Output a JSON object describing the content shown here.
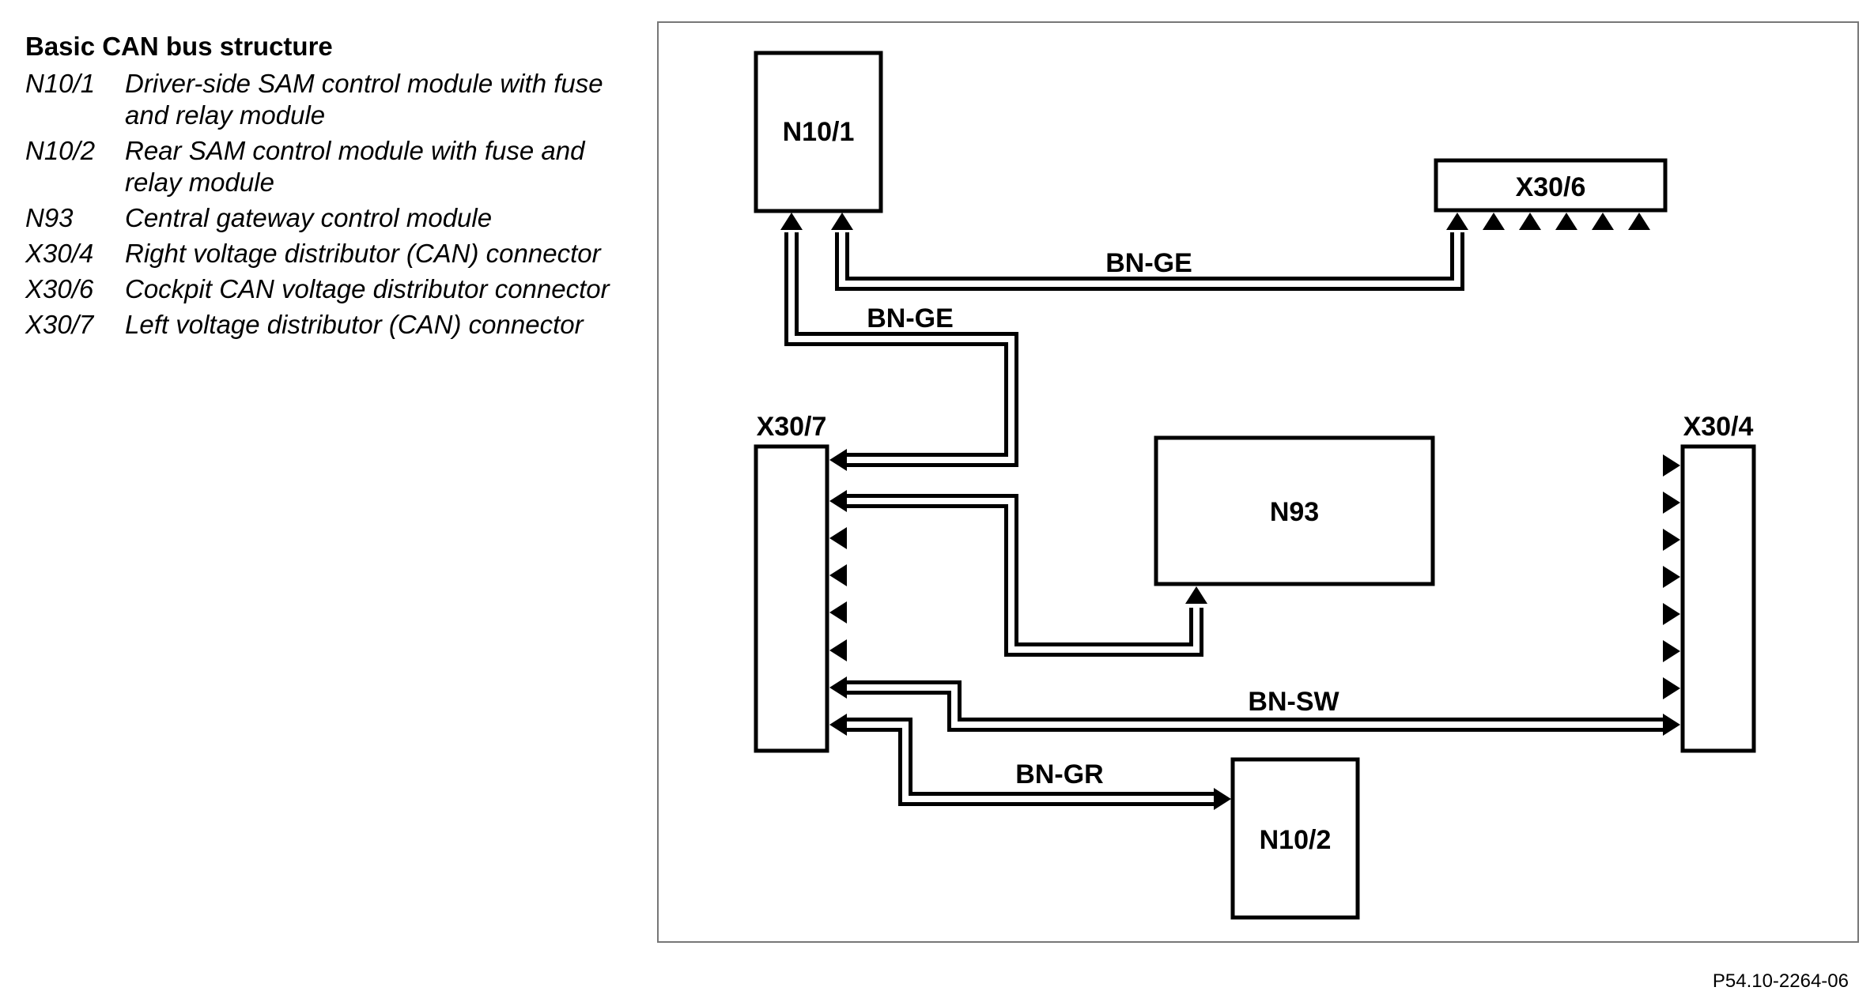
{
  "legend": {
    "title": "Basic CAN bus structure",
    "items": [
      {
        "code": "N10/1",
        "desc": "Driver-side SAM control module with fuse and relay module"
      },
      {
        "code": "N10/2",
        "desc": "Rear SAM control module with fuse and relay module"
      },
      {
        "code": "N93",
        "desc": "Central gateway control module"
      },
      {
        "code": "X30/4",
        "desc": "Right voltage distributor (CAN) connector"
      },
      {
        "code": "X30/6",
        "desc": "Cockpit CAN voltage distributor connector"
      },
      {
        "code": "X30/7",
        "desc": "Left voltage distributor (CAN) connector"
      }
    ]
  },
  "diagram": {
    "modules": {
      "n10_1": "N10/1",
      "x30_6": "X30/6",
      "x30_7": "X30/7",
      "n93": "N93",
      "x30_4": "X30/4",
      "n10_2": "N10/2"
    },
    "wires": {
      "bn_ge_top": "BN-GE",
      "bn_ge_left": "BN-GE",
      "bn_sw": "BN-SW",
      "bn_gr": "BN-GR"
    }
  },
  "reference": "P54.10-2264-06"
}
